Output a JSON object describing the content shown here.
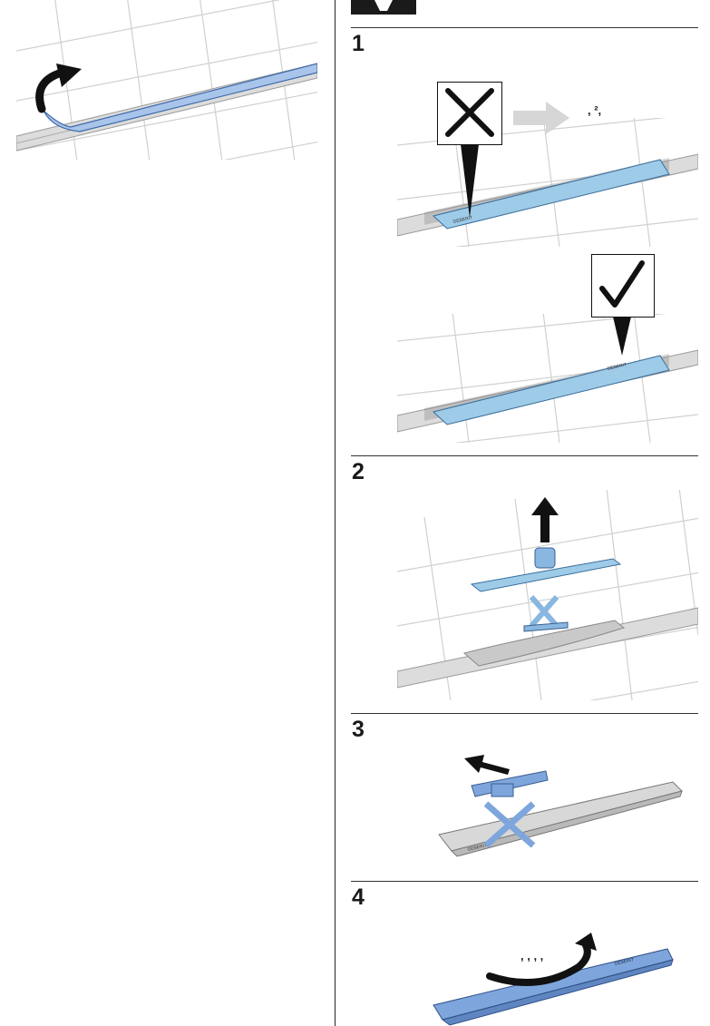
{
  "header": {
    "tab_label": ""
  },
  "steps": [
    {
      "number": "1",
      "wrong_note": ", ², "
    },
    {
      "number": "2"
    },
    {
      "number": "3"
    },
    {
      "number": "4",
      "note": ", , , ,"
    }
  ],
  "product": {
    "brand_mark": "GEBERIT"
  },
  "colors": {
    "tile_bg": "#ffffff",
    "tile_line": "#cfcfcf",
    "channel_grey": "#d9d9d9",
    "drain_blue": "#8fc3e3",
    "drain_blue_dark": "#6a9ecf",
    "tool_blue": "#7ea6dc",
    "arrow_black": "#111111",
    "arrow_grey": "#d6d6d6"
  },
  "icons": [
    "curved-arrow-icon",
    "cross-mark-icon",
    "check-mark-icon",
    "right-arrow-icon",
    "up-arrow-icon",
    "left-arrow-icon",
    "rotate-arrow-icon"
  ]
}
